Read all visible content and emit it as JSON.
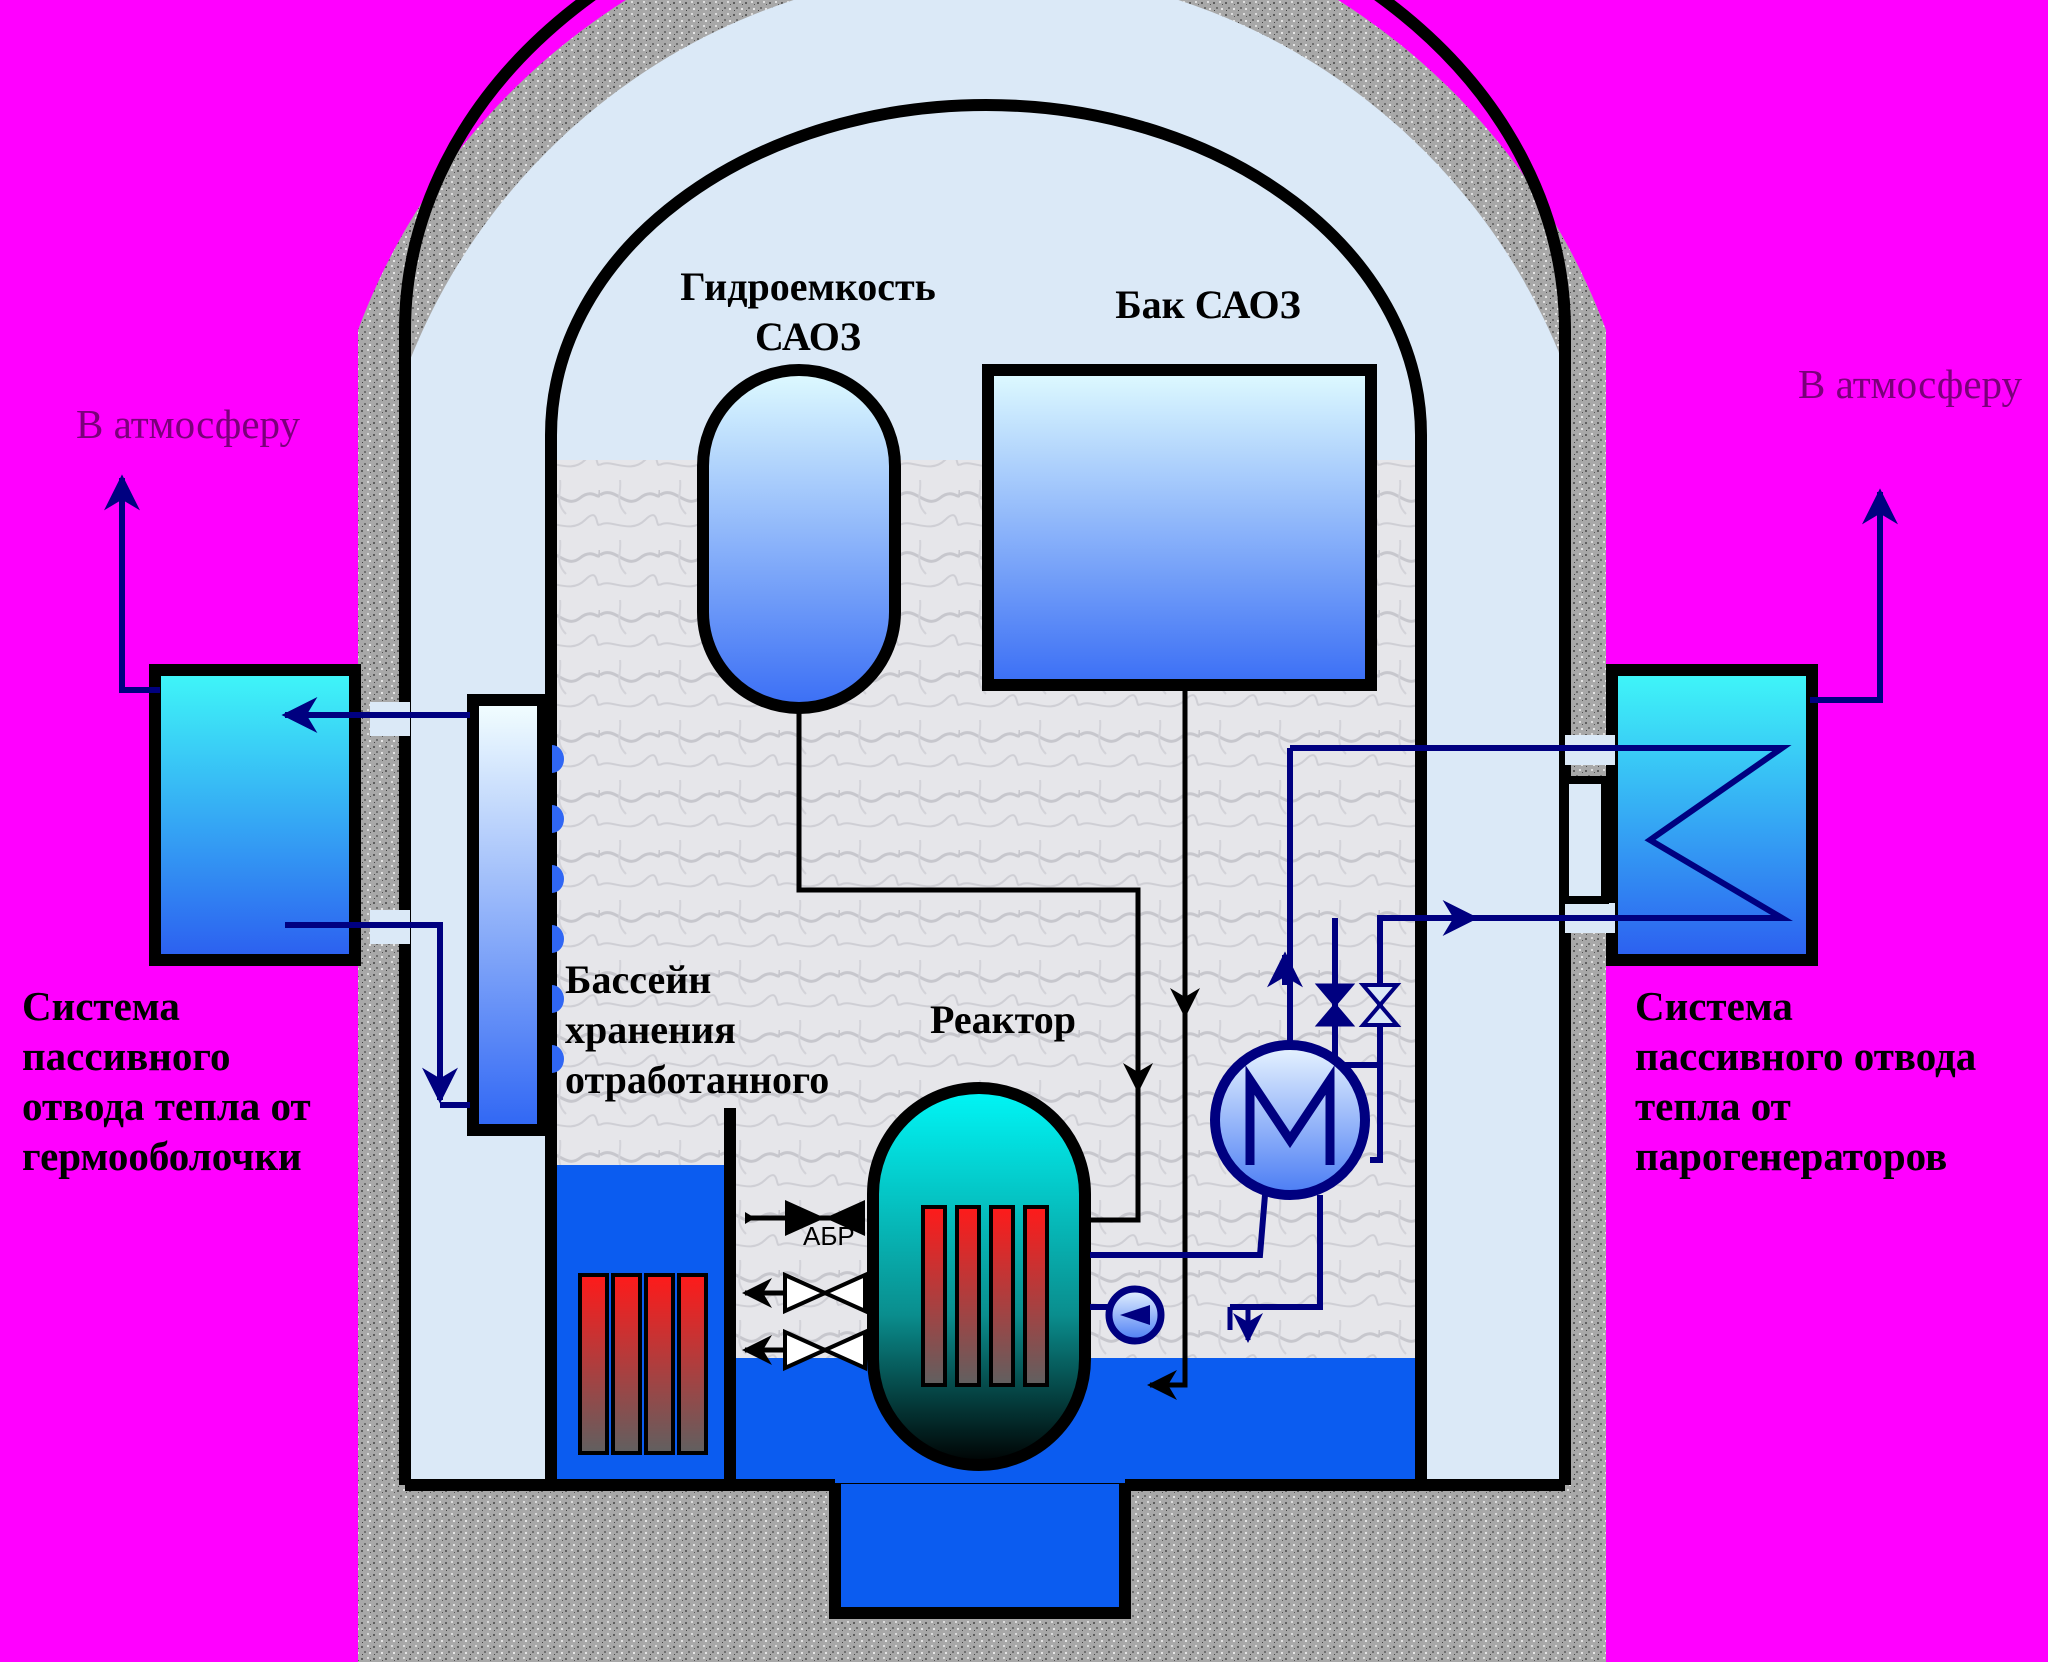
{
  "labels": {
    "hydro_tank": [
      "Гидроемкость",
      "САОЗ"
    ],
    "saoz_tank": "Бак САОЗ",
    "vent_left": "В атмосферу",
    "vent_right": "В атмосферу",
    "pool": [
      "Бассейн",
      "хранения",
      "отработанного"
    ],
    "reactor": "Реактор",
    "abr": "АБР",
    "passive_containment": [
      "Система",
      "пассивного",
      "отвода тепла от",
      "гермооболочки"
    ],
    "passive_sg": [
      "Система",
      "пассивного отвода",
      "тепла от",
      "парогенераторов"
    ]
  },
  "colors": {
    "background": "#ff00ff",
    "concrete": "#a9a9a9",
    "containment_fill": "#dbe9f7",
    "pipe": "#000080",
    "pool_water": "#0b5cf0",
    "fuel": "#e8201e",
    "label_vent": "#7a007a"
  }
}
